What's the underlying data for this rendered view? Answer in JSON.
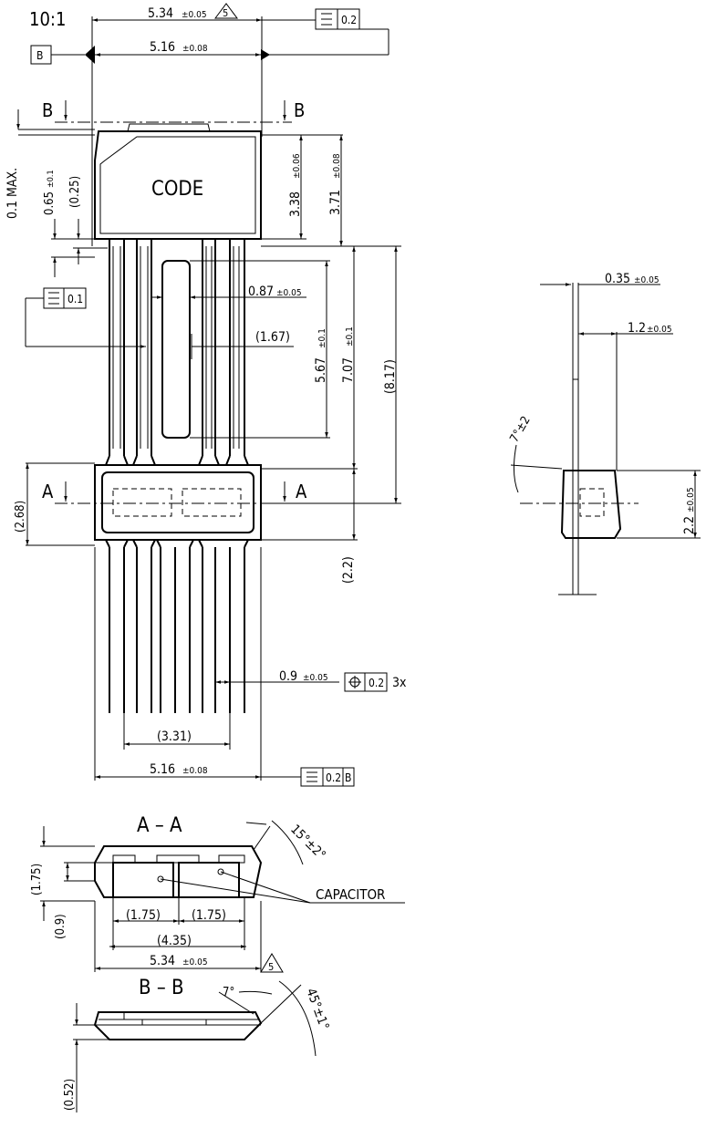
{
  "scale": "10:1",
  "datum_b": "B",
  "section_a_letter": "A",
  "section_b_letter": "B",
  "section_aa_title": "A – A",
  "section_bb_title": "B – B",
  "code_label": "CODE",
  "capacitor_label": "CAPACITOR",
  "note_ref": "5",
  "dims": {
    "top_534": "5.34",
    "top_534_tol": "±0.05",
    "top_516": "5.16",
    "top_516_tol": "±0.08",
    "max01": "0.1 MAX.",
    "d065": "0.65",
    "d065_tol": "±0.1",
    "d025": "(0.25)",
    "d338": "3.38",
    "d338_tol": "±0.06",
    "d371": "3.71",
    "d371_tol": "±0.08",
    "d087": "0.87",
    "d087_tol": "±0.05",
    "d167": "(1.67)",
    "d567": "5.67",
    "d567_tol": "±0.1",
    "d707": "7.07",
    "d707_tol": "±0.1",
    "d817": "(8.17)",
    "d268": "(2.68)",
    "d22": "(2.2)",
    "d09": "0.9",
    "d09_tol": "±0.05",
    "pos_tol": "0.2",
    "times3": "3x",
    "d331": "(3.31)",
    "bottom_516": "5.16",
    "bottom_516_tol": "±0.08",
    "side_035": "0.35",
    "side_035_tol": "±0.05",
    "side_12": "1.2",
    "side_12_tol": "±0.05",
    "side_7deg": "7°±2",
    "side_22": "2.2",
    "side_22_tol": "±0.05",
    "aa_175v": "(1.75)",
    "aa_09": "(0.9)",
    "aa_175a": "(1.75)",
    "aa_175b": "(1.75)",
    "aa_435": "(4.35)",
    "aa_534": "5.34",
    "aa_534_tol": "±0.05",
    "aa_angle": "15°±2°",
    "bb_7deg": "7°",
    "bb_angle": "45°±1°",
    "bb_052": "(0.52)"
  },
  "tolerance_frames": {
    "top_flat": "0.2",
    "left_flat": "0.1",
    "bottom_flat": "0.2",
    "bottom_datum": "B"
  },
  "icons": [
    "flatness-icon",
    "position-icon",
    "note-triangle-icon"
  ]
}
